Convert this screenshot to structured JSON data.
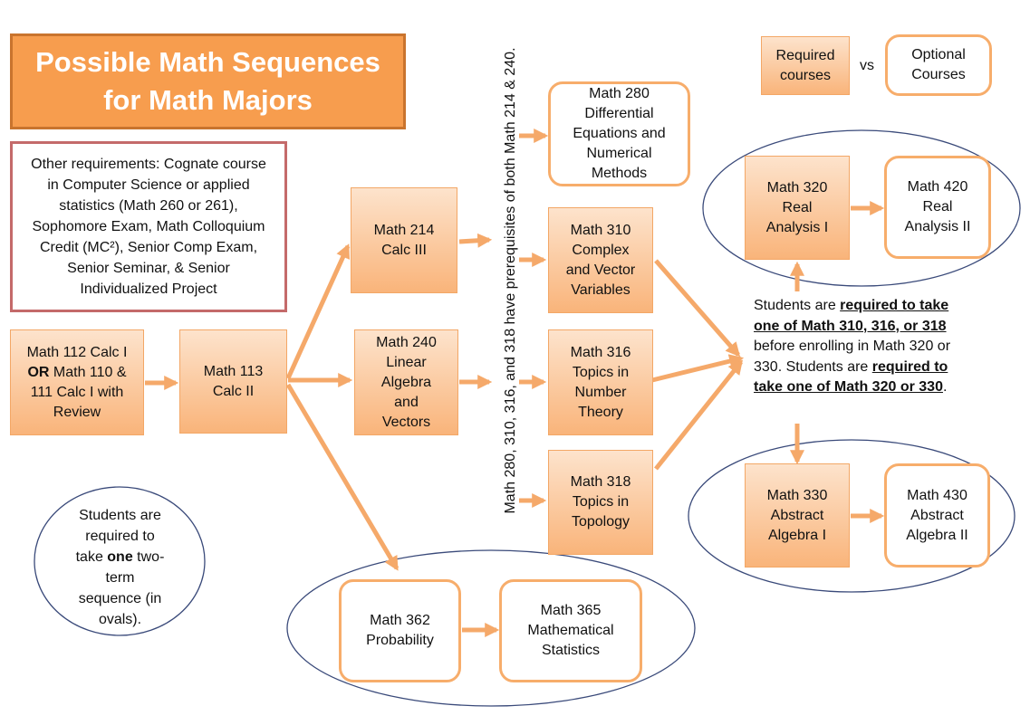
{
  "title": {
    "line1": "Possible Math Sequences",
    "line2": "for Math Majors"
  },
  "other_requirements": "Other requirements: Cognate course in Computer Science or applied statistics (Math 260 or 261), Sophomore Exam, Math Colloquium Credit (MC²), Senior Comp Exam, Senior Seminar, & Senior Individualized Project",
  "legend": {
    "required": [
      "Required",
      "courses"
    ],
    "vs": "vs",
    "optional": [
      "Optional",
      "Courses"
    ]
  },
  "courses": {
    "m112": {
      "l1": "Math 112 Calc I",
      "l2_bold": "OR",
      "l2_rest": " Math 110 &",
      "l3": "111 Calc I with",
      "l4": "Review"
    },
    "m113": [
      "Math 113",
      "Calc II"
    ],
    "m214": [
      "Math 214",
      "Calc III"
    ],
    "m240": [
      "Math 240",
      "Linear",
      "Algebra",
      "and",
      "Vectors"
    ],
    "m280": [
      "Math 280",
      "Differential",
      "Equations and",
      "Numerical",
      "Methods"
    ],
    "m310": [
      "Math 310",
      "Complex",
      "and Vector",
      "Variables"
    ],
    "m316": [
      "Math 316",
      "Topics in",
      "Number",
      "Theory"
    ],
    "m318": [
      "Math 318",
      "Topics in",
      "Topology"
    ],
    "m320": [
      "Math 320",
      "Real",
      "Analysis I"
    ],
    "m420": [
      "Math 420",
      "Real",
      "Analysis II"
    ],
    "m330": [
      "Math 330",
      "Abstract",
      "Algebra I"
    ],
    "m430": [
      "Math 430",
      "Abstract",
      "Algebra II"
    ],
    "m362": [
      "Math 362",
      "Probability"
    ],
    "m365": [
      "Math 365",
      "Mathematical",
      "Statistics"
    ]
  },
  "vertical_note": "Math 280, 310, 316, and 318 have prerequisites of both Math 214 & 240.",
  "students_note": {
    "t1": "Students are ",
    "b1": "required to take one of Math 310, 316, or 318",
    "t2": " before enrolling in Math 320 or 330.  Students are ",
    "b2": "required to take one of Math 320 or 330",
    "t3": "."
  },
  "oval_note": {
    "l1": "Students are",
    "l2": "required to",
    "l3_pre": "take ",
    "l3_bold": "one",
    "l3_post": " two-",
    "l4": "term",
    "l5": "sequence (in",
    "l6": "ovals)."
  },
  "colors": {
    "required_fill": "#f9b47a",
    "optional_border": "#f7ad6b",
    "arrow": "#f5a96a",
    "oval": "#3a4a7a",
    "title_fill": "#f79d4e",
    "other_border": "#c46a6a"
  }
}
